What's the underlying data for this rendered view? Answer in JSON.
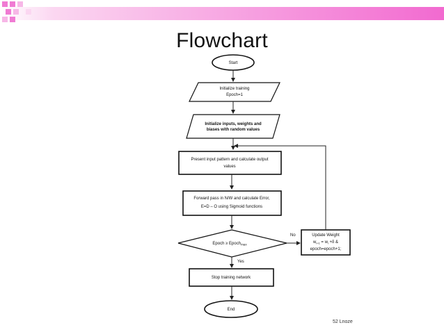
{
  "slide": {
    "title": "Flowchart",
    "page_number": "52 Lnoze"
  },
  "colors": {
    "header_gradient_start": "#ffffff",
    "header_gradient_end": "#f26ad0",
    "square_pink": "#f07bd3",
    "square_pink_light": "#f7b7e7",
    "line": "#222222"
  },
  "flowchart": {
    "nodes": {
      "start": "Start",
      "init_training_1": "Initialize training",
      "init_training_2": "Epoch=1",
      "init_inputs_1": "Initialize inputs, weights and",
      "init_inputs_2": "biases with random values",
      "present_1": "Present input pattern and calculate output",
      "present_2": "values",
      "forward_1": "Forward pass in N/W and calculate Error,",
      "forward_2": "E=D – O using Sigmoid functions",
      "decision": "Epoch ≥ Epoch",
      "decision_sub": "max",
      "update_1": "Update Weight",
      "update_2": "w",
      "update_2_sub": "i+1",
      "update_2_rest": " = w",
      "update_2_sub2": "i",
      "update_2_end": " +δ &",
      "update_3": "epoch=epoch+1;",
      "stop": "Stop training network",
      "end": "End"
    },
    "edges": {
      "no_label": "No",
      "yes_label": "Yes"
    }
  }
}
